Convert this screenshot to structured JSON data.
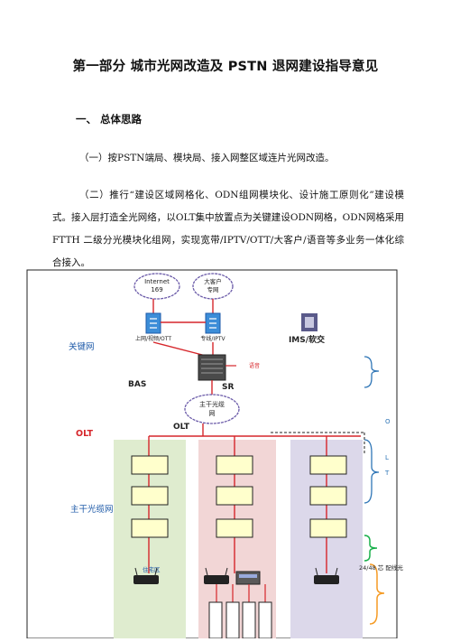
{
  "doc": {
    "title": "第一部分  城市光网改造及 PSTN 退网建设指导意见",
    "section_heading": "一、  总体思路",
    "para1": "（一）按PSTN端局、模块局、接入网整区域连片光网改造。",
    "para2": "（二）推行“建设区域网格化、ODN组网模块化、设计施工原则化”建设模式。接入层打造全光网络，以OLT集中放置点为关键建设ODN网格，ODN网格采用 FTTH 二级分光模块化组网，实现宽带/IPTV/OTT/大客户/语音等多业务一体化综合接入。"
  },
  "diagram": {
    "cloud_internet": "Internet\n169",
    "cloud_enterprise": "大客户\n专网",
    "label_wideband": "上网/视频/OTT",
    "label_iptv": "专线/IPTV",
    "label_ims": "IMS/软交",
    "label_key_network": "关键网",
    "label_voice": "语音",
    "label_bas": "BAS",
    "label_sr": "SR",
    "cloud_trunk": "主干光缆\n网",
    "label_olt_red": "OLT",
    "label_olt": "OLT",
    "label_trunk_cable": "主干光缆网",
    "label_residential": "住宅区",
    "label_right_note": "24/48 芯  配线光",
    "label_vertical_o": "O",
    "label_vertical_l": "L",
    "label_vertical_t": "T",
    "colors": {
      "red_line": "#d6262b",
      "blue_label": "#1e5aa8",
      "green_bg": "#dfeccf",
      "pink_bg": "#f2d6d6",
      "lavender_bg": "#dcd8ea",
      "box_fill": "#ffffcc",
      "bracket_blue": "#2e75b6",
      "bracket_green": "#18b04a",
      "bracket_orange": "#f59a23"
    }
  }
}
